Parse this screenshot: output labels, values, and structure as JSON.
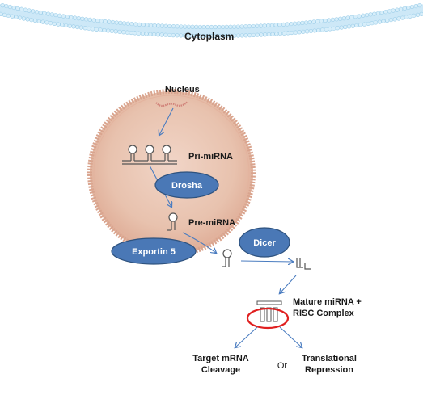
{
  "labels": {
    "cytoplasm": "Cytoplasm",
    "nucleus": "Nucleus",
    "pri_mirna": "Pri-miRNA",
    "pre_mirna": "Pre-miRNA",
    "mature_line1": "Mature miRNA +",
    "mature_line2": "RISC Complex",
    "target_line1": "Target mRNA",
    "target_line2": "Cleavage",
    "or": "Or",
    "repression_line1": "Translational",
    "repression_line2": "Repression"
  },
  "enzymes": {
    "drosha": "Drosha",
    "exportin": "Exportin 5",
    "dicer": "Dicer"
  },
  "colors": {
    "membrane": "#cde8f7",
    "membrane_stroke": "#9ccde8",
    "nucleus_fill": "#e9c2b0",
    "nucleus_edge": "#d49c86",
    "enzyme_fill": "#4a78b6",
    "enzyme_stroke": "#2e527e",
    "arrow": "#4a7cc0",
    "risc_ring": "#e02020"
  }
}
